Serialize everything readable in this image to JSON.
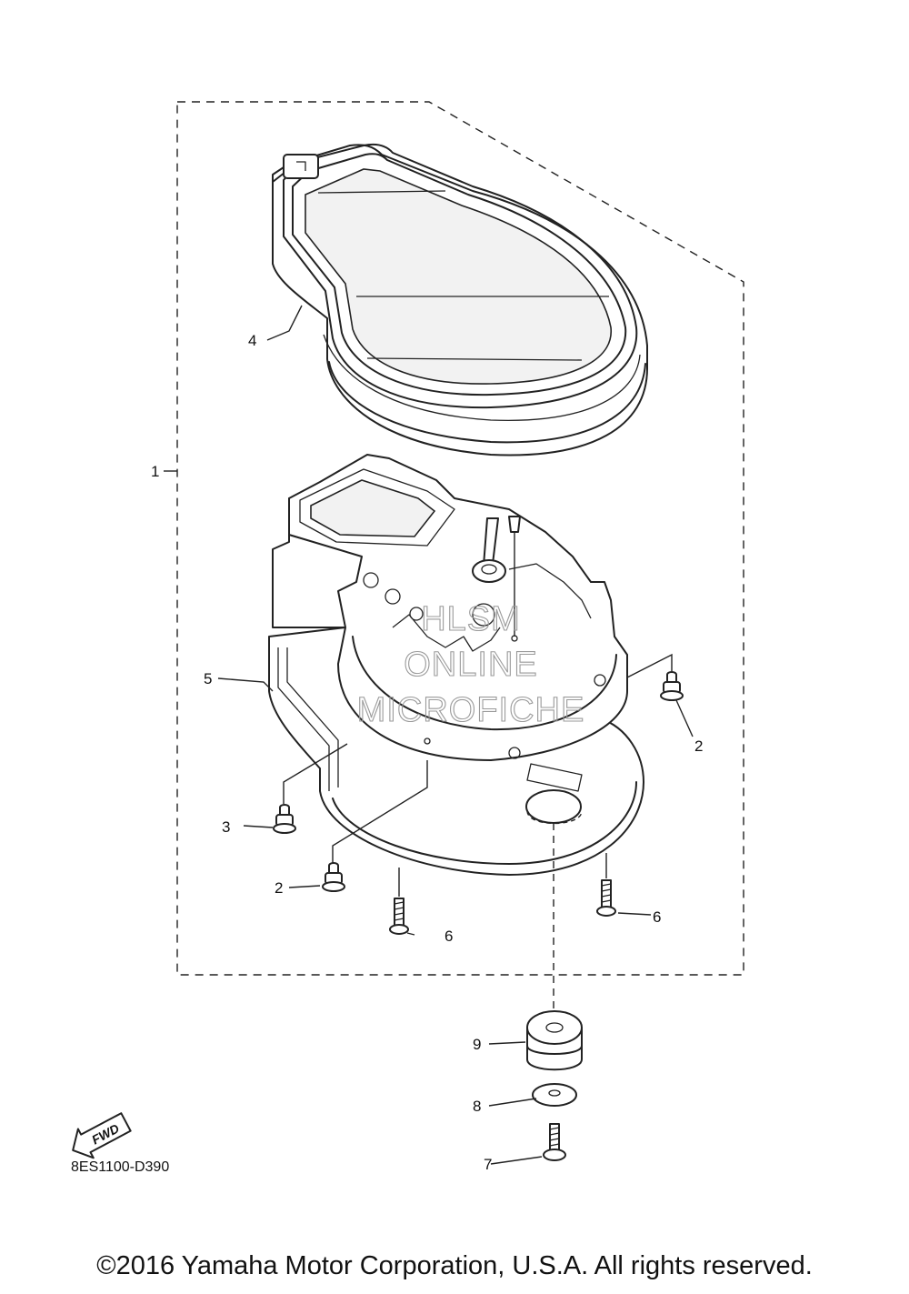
{
  "diagram": {
    "callouts": {
      "c1": "1",
      "c2a": "2",
      "c2b": "2",
      "c3": "3",
      "c4": "4",
      "c5": "5",
      "c6a": "6",
      "c6b": "6",
      "c7": "7",
      "c8": "8",
      "c9": "9"
    },
    "drawing_code": "8ES1100-D390",
    "fwd_label": "FWD",
    "watermark": [
      "HLSM",
      "ONLINE",
      "MICROFICHE"
    ]
  },
  "footer": {
    "copyright": "©2016 Yamaha Motor Corporation, U.S.A. All rights reserved."
  }
}
